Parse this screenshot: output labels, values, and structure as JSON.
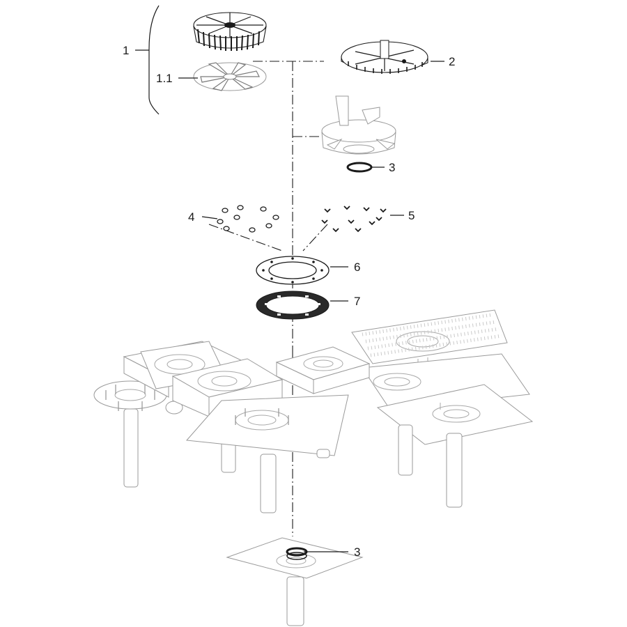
{
  "callouts": {
    "c1": "1",
    "c1_1": "1.1",
    "c2": "2",
    "c3_top": "3",
    "c4": "4",
    "c5": "5",
    "c6": "6",
    "c7": "7",
    "c3_bottom": "3"
  }
}
